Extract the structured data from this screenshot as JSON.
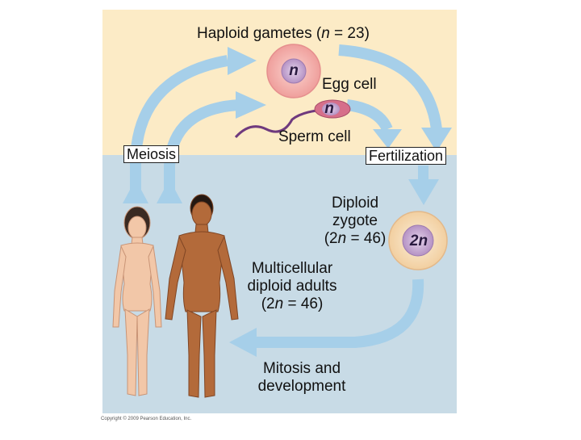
{
  "labels": {
    "haploid_title": "Haploid gametes (n = 23)",
    "egg_cell": "Egg cell",
    "sperm_cell": "Sperm cell",
    "meiosis": "Meiosis",
    "fertilization": "Fertilization",
    "zygote_line1": "Diploid",
    "zygote_line2": "zygote",
    "zygote_line3": "(2n = 46)",
    "adults_line1": "Multicellular",
    "adults_line2": "diploid adults",
    "adults_line3": "(2n = 46)",
    "mitosis_line1": "Mitosis and",
    "mitosis_line2": "development",
    "egg_nucleus": "n",
    "sperm_nucleus": "n",
    "zygote_nucleus": "2n",
    "copyright": "Copyright © 2009 Pearson Education, Inc."
  },
  "colors": {
    "haploid_bg": "#fcebc6",
    "diploid_bg": "#c8dbe6",
    "arrow": "#a6cfe9",
    "egg_cell": "#f3a9a6",
    "zygote_cell": "#f6dcb3",
    "nucleus": "#c9a7d4",
    "sperm_body": "#d66f8a",
    "skin_light": "#f2c7a8",
    "skin_dark": "#b36a3a"
  }
}
